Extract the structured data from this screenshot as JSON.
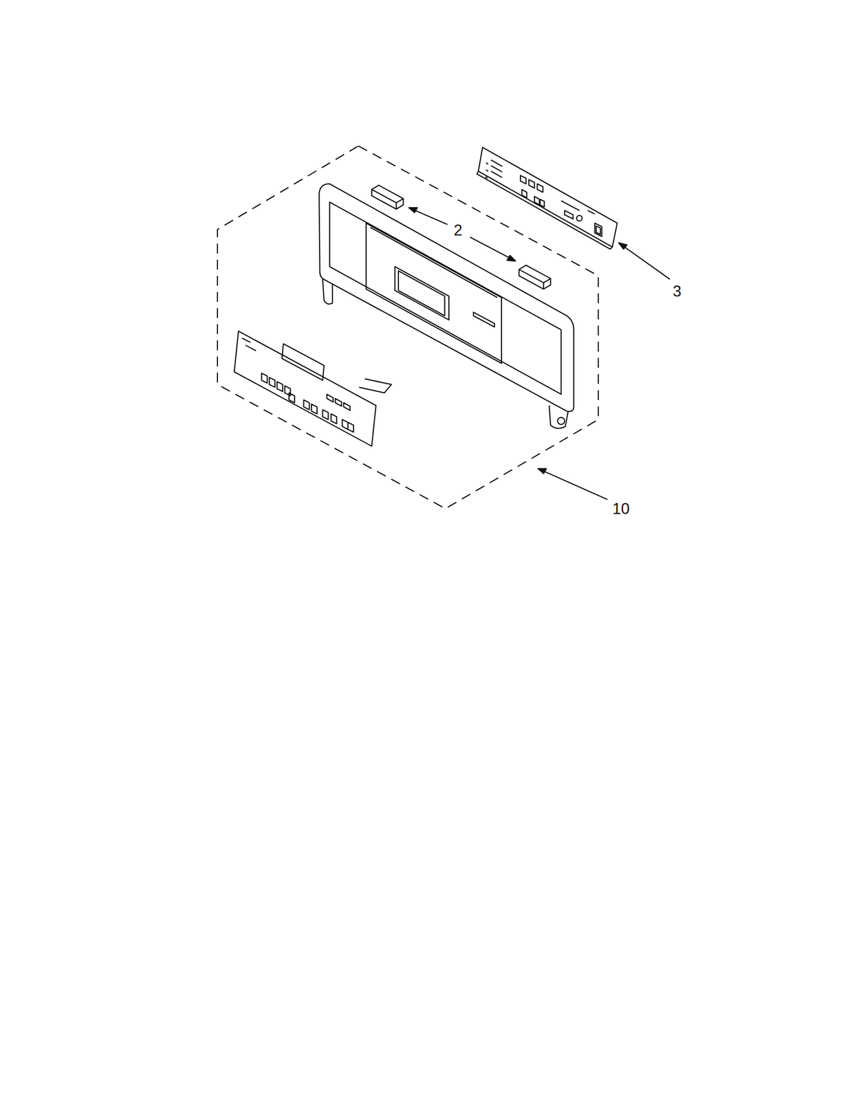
{
  "diagram": {
    "labels": [
      "2",
      "3",
      "10"
    ]
  }
}
